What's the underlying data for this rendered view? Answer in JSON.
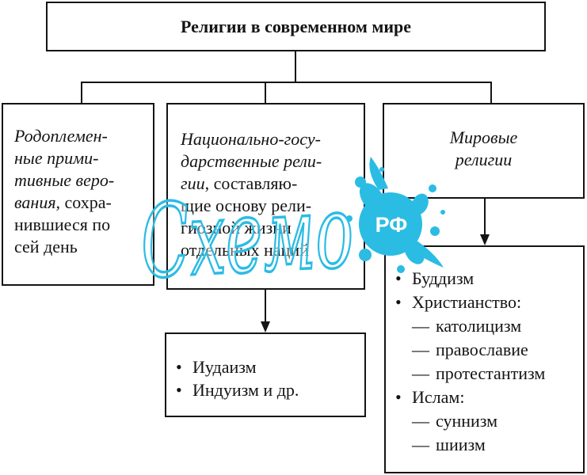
{
  "title": "Религии в современном мире",
  "categories": [
    {
      "lines": [
        [
          {
            "italic": "Родоплемен-"
          }
        ],
        [
          {
            "italic": "ные прими-"
          }
        ],
        [
          {
            "italic": "тивные веро-"
          }
        ],
        [
          {
            "italic": "вания"
          },
          {
            "regular": ", сохра-"
          }
        ],
        [
          {
            "regular": "нившиеся по"
          }
        ],
        [
          {
            "regular": "сей день"
          }
        ]
      ]
    },
    {
      "lines": [
        [
          {
            "italic": "Национально-госу-"
          }
        ],
        [
          {
            "italic": "дарственные рели-"
          }
        ],
        [
          {
            "italic": "гии"
          },
          {
            "regular": ", составляю-"
          }
        ],
        [
          {
            "regular": "щие основу рели-"
          }
        ],
        [
          {
            "regular": "гиозной жизни"
          }
        ],
        [
          {
            "regular": "отдельных наций"
          }
        ]
      ]
    },
    {
      "lines": [
        [
          {
            "italic": "Мировые"
          }
        ],
        [
          {
            "italic": "религии"
          }
        ]
      ]
    }
  ],
  "national_examples": {
    "items": [
      "Иудаизм",
      "Индуизм и др."
    ]
  },
  "world_religions": {
    "items": [
      {
        "label": "Буддизм",
        "branches": []
      },
      {
        "label": "Христианство:",
        "branches": [
          "католицизм",
          "православие",
          "протестантизм"
        ]
      },
      {
        "label": "Ислам:",
        "branches": [
          "суннизм",
          "шиизм"
        ]
      }
    ]
  },
  "watermark": {
    "wordmark": "Схемо",
    "badge": "РФ",
    "color": "#2bbce4"
  }
}
